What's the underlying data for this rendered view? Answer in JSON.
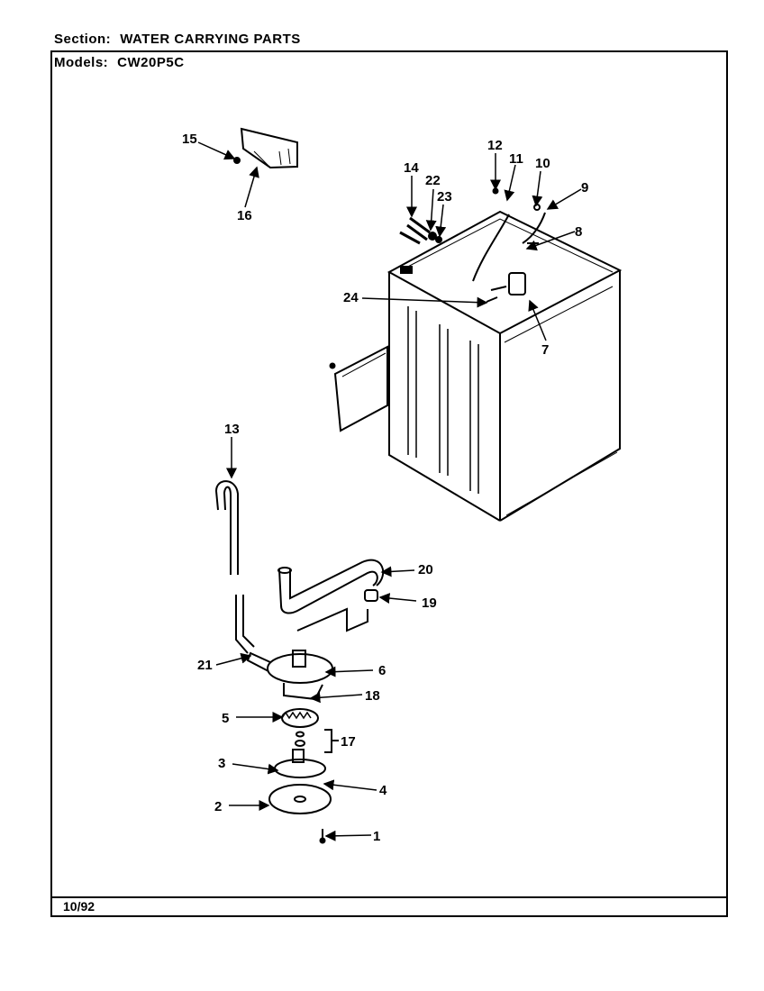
{
  "header": {
    "section_label": "Section:",
    "section_value": "WATER CARRYING PARTS",
    "models_label": "Models:",
    "models_value": "CW20P5C"
  },
  "footer": {
    "date": "10/92"
  },
  "callouts": [
    "1",
    "2",
    "3",
    "4",
    "5",
    "6",
    "7",
    "8",
    "9",
    "10",
    "11",
    "12",
    "13",
    "14",
    "15",
    "16",
    "17",
    "18",
    "19",
    "20",
    "21",
    "22",
    "23",
    "24"
  ]
}
